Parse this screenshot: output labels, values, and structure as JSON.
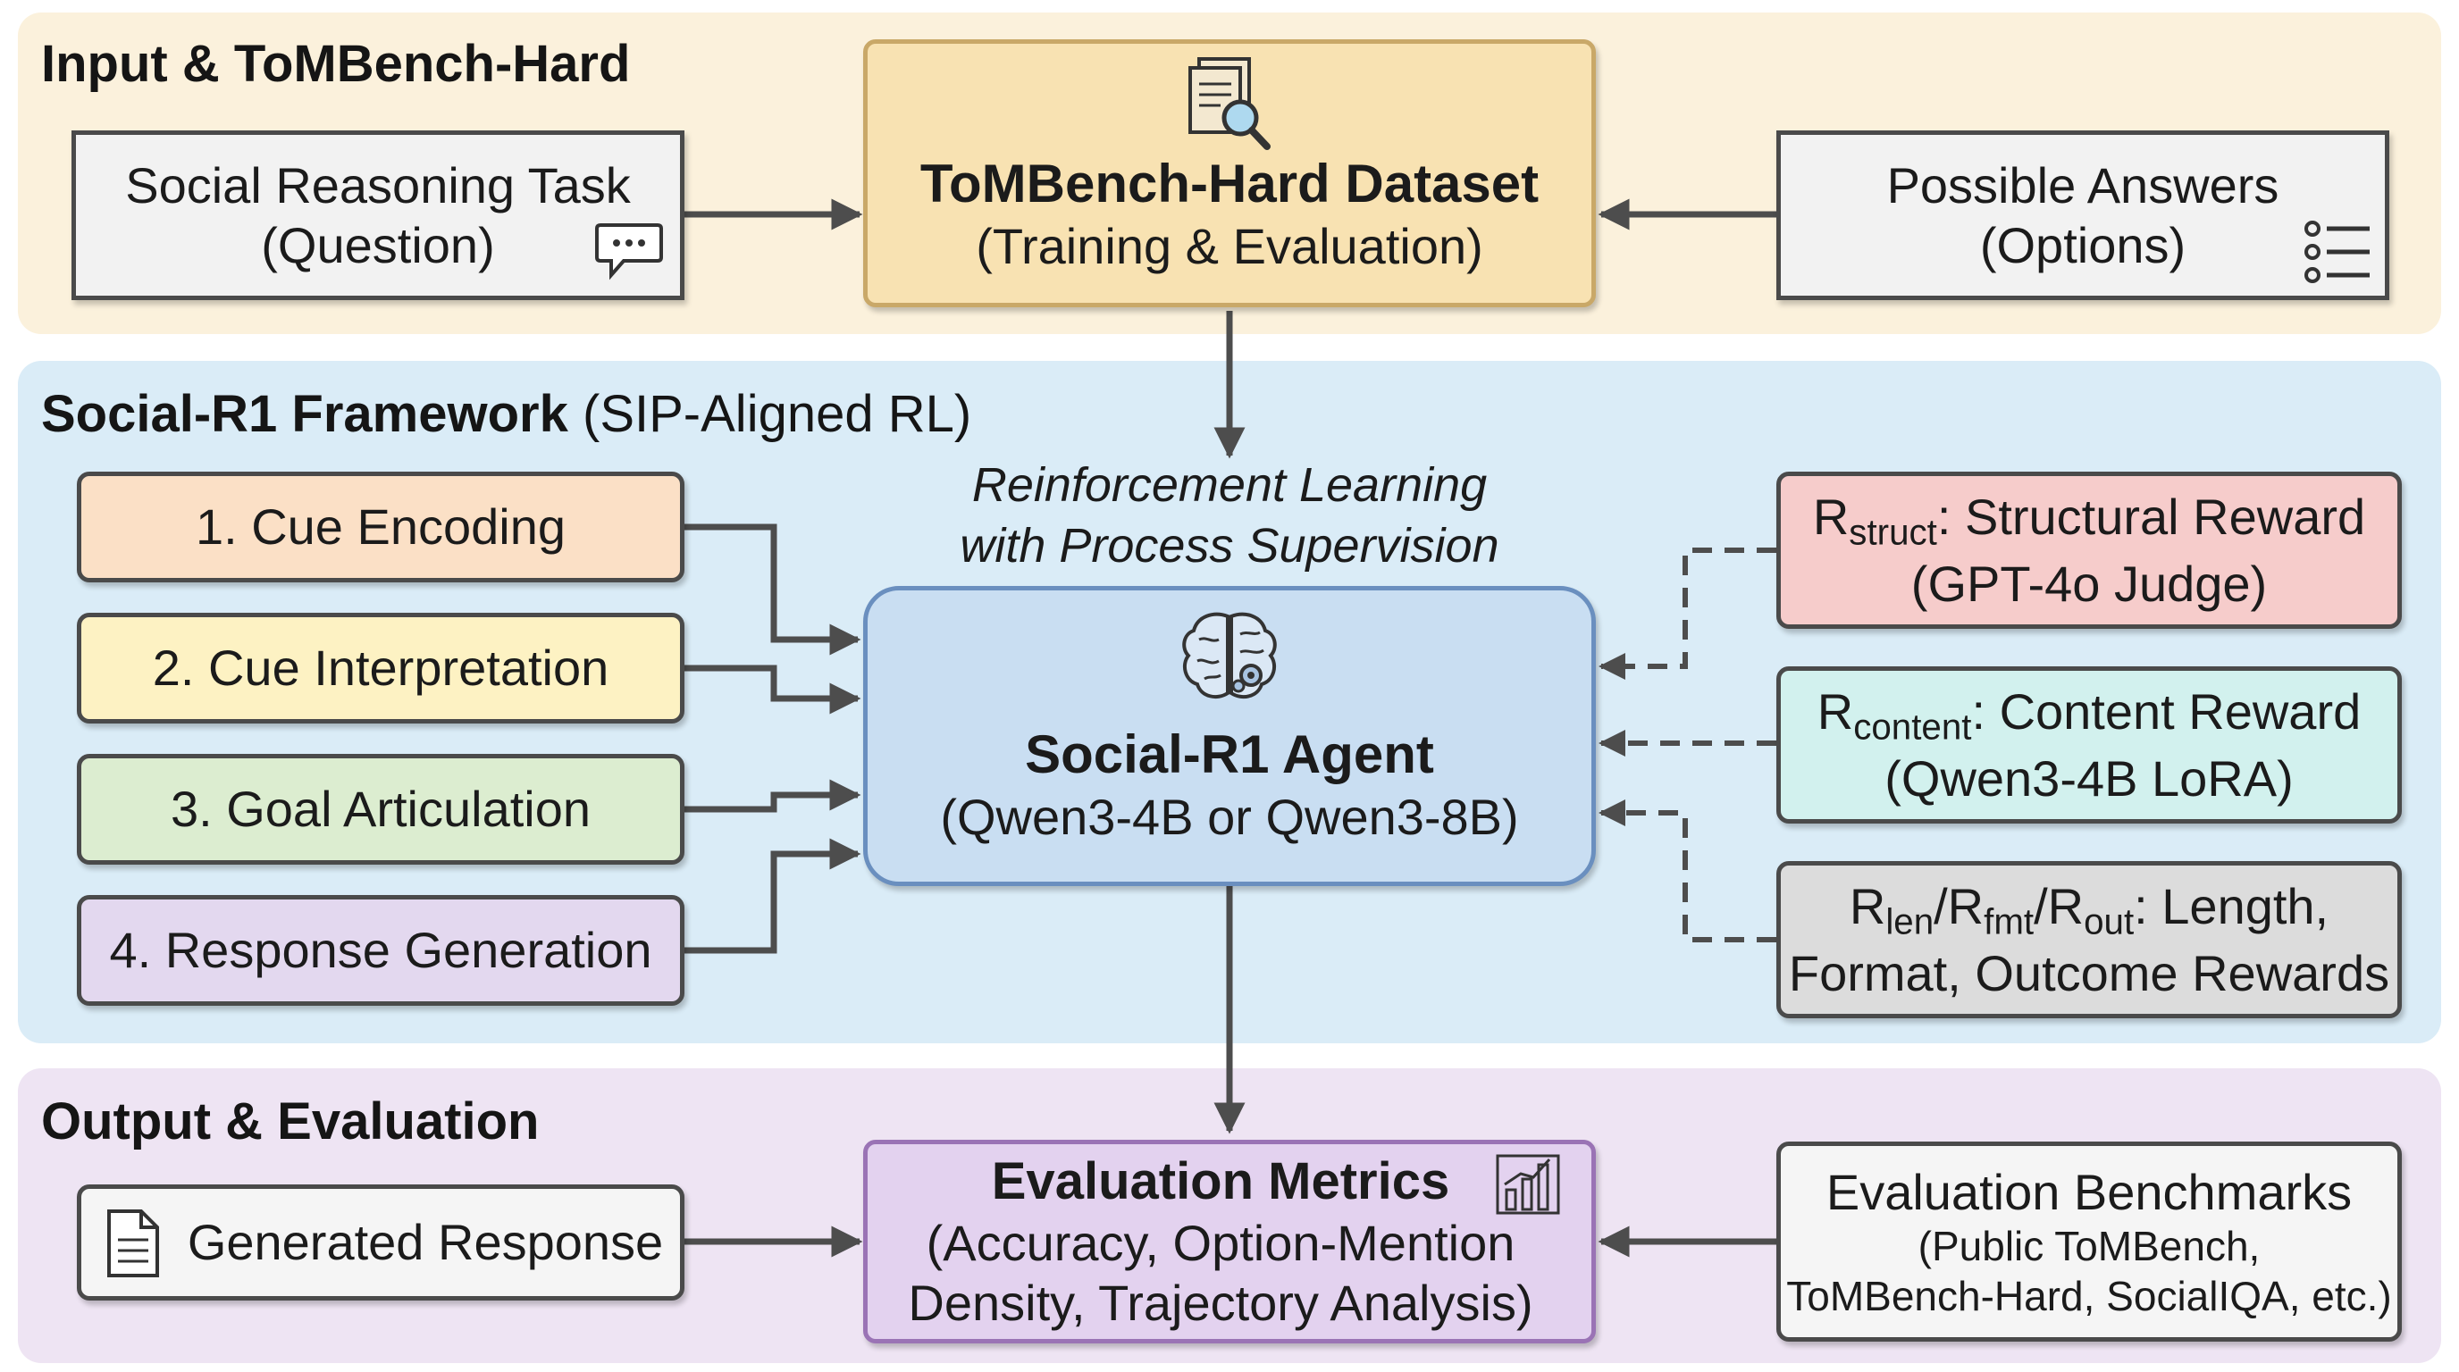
{
  "sections": {
    "input": {
      "title": "Input & ToMBench-Hard",
      "color": "#fbf1dc"
    },
    "framework": {
      "title_bold": "Social-R1 Framework",
      "title_light": " (SIP-Aligned RL)",
      "color": "#daecf7"
    },
    "output": {
      "title": "Output & Evaluation",
      "color": "#eee4f3"
    }
  },
  "input_section": {
    "task": {
      "line1": "Social Reasoning Task",
      "line2": "(Question)",
      "icon": "chat-bubble-icon"
    },
    "dataset": {
      "line1": "ToMBench-Hard Dataset",
      "line2": "(Training & Evaluation)",
      "icon": "document-search-icon"
    },
    "answers": {
      "line1": "Possible Answers",
      "line2": "(Options)",
      "icon": "options-list-icon"
    }
  },
  "framework_section": {
    "rl_label": {
      "line1": "Reinforcement Learning",
      "line2": "with Process Supervision"
    },
    "stages": [
      {
        "label": "1. Cue Encoding",
        "color": "#fbe0c6"
      },
      {
        "label": "2. Cue Interpretation",
        "color": "#fdf2c3"
      },
      {
        "label": "3. Goal Articulation",
        "color": "#dcedd0"
      },
      {
        "label": "4. Response Generation",
        "color": "#e3d8ef"
      }
    ],
    "agent": {
      "line1": "Social-R1 Agent",
      "line2": "(Qwen3-4B or Qwen3-8B)",
      "icon": "brain-gear-icon"
    },
    "rewards": [
      {
        "r": "R",
        "sub": "struct",
        "rest": ": Structural Reward",
        "line2": "(GPT-4o Judge)",
        "color": "#f6cccb"
      },
      {
        "r": "R",
        "sub": "content",
        "rest": ": Content Reward",
        "line2": "(Qwen3-4B LoRA)",
        "color": "#d2f1ee"
      },
      {
        "r1": "R",
        "sub1": "len",
        "r2": "/R",
        "sub2": "fmt",
        "r3": "/R",
        "sub3": "out",
        "rest": ": Length,",
        "line2": "Format, Outcome Rewards",
        "color": "#dcdcdc"
      }
    ]
  },
  "output_section": {
    "response": {
      "label": "Generated Response",
      "icon": "document-icon"
    },
    "metrics": {
      "line1": "Evaluation Metrics",
      "line2": "(Accuracy, Option-Mention",
      "line3": "Density, Trajectory Analysis)",
      "icon": "bar-chart-icon"
    },
    "benchmarks": {
      "line1": "Evaluation Benchmarks",
      "line2": "(Public ToMBench,",
      "line3": "ToMBench-Hard, SocialIQA, etc.)"
    }
  }
}
